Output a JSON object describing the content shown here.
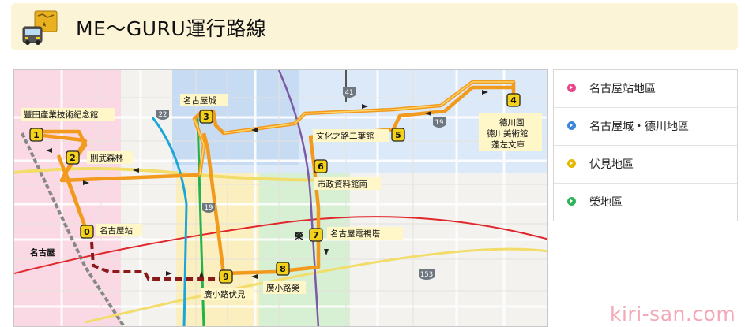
{
  "header": {
    "title": "ME～GURU運行路線",
    "icon": "bus-map-icon"
  },
  "map": {
    "stops": [
      {
        "number": "0",
        "name": "名古屋站"
      },
      {
        "number": "1",
        "name": "豐田產業技術紀念館"
      },
      {
        "number": "2",
        "name": "則武森林"
      },
      {
        "number": "3",
        "name": "名古屋城"
      },
      {
        "number": "4",
        "name": "德川園\n德川美術館\n蓬左文庫"
      },
      {
        "number": "5",
        "name": "文化之路二葉館"
      },
      {
        "number": "6",
        "name": "市政資料館南"
      },
      {
        "number": "7",
        "name": "名古屋電視塔"
      },
      {
        "number": "8",
        "name": "廣小路榮"
      },
      {
        "number": "9",
        "name": "廣小路伏見"
      }
    ],
    "place_labels": {
      "nagoya": "名古屋",
      "sakae": "榮"
    },
    "road_shields": [
      "22",
      "41",
      "19",
      "19",
      "153"
    ]
  },
  "sidebar": {
    "items": [
      {
        "label": "名古屋站地區",
        "color": "#e8488a"
      },
      {
        "label": "名古屋城・德川地區",
        "color": "#3a86d8"
      },
      {
        "label": "伏見地區",
        "color": "#e6b800"
      },
      {
        "label": "榮地區",
        "color": "#2fb35a"
      }
    ]
  },
  "watermark": "kiri-san.com",
  "colors": {
    "header_bg": "#fcf4d6",
    "route": "#f29a1e",
    "route_dashed": "#8a1a1a",
    "stop_box": "#f5d21a"
  }
}
